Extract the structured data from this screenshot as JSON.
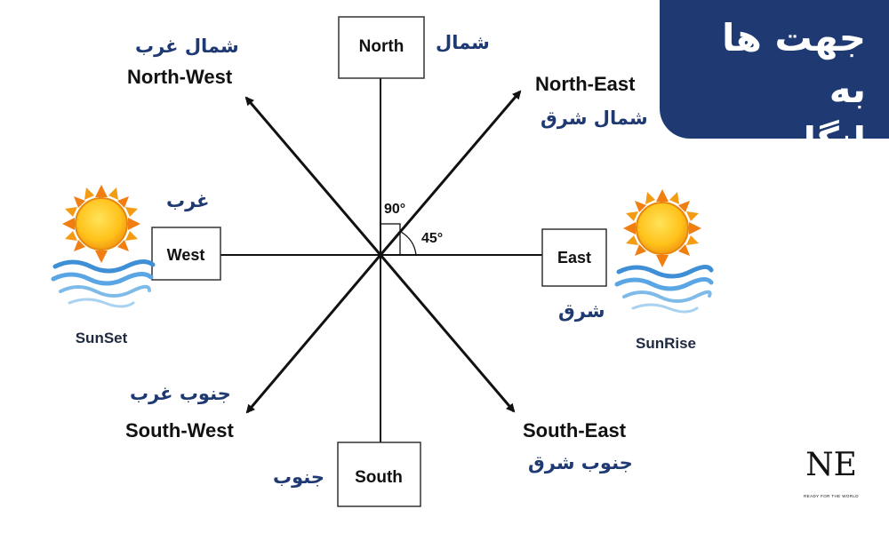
{
  "title": {
    "line1": "جهت ها",
    "line2": "به انگلیسی"
  },
  "boxes": {
    "north": "North",
    "south": "South",
    "west": "West",
    "east": "East"
  },
  "labels": {
    "north_fa": "شمال",
    "south_fa": "جنوب",
    "west_fa": "غرب",
    "east_fa": "شرق",
    "northwest_fa": "شمال غرب",
    "northwest_en": "North-West",
    "northeast_en": "North-East",
    "northeast_fa": "شمال شرق",
    "southwest_fa": "جنوب غرب",
    "southwest_en": "South-West",
    "southeast_en": "South-East",
    "southeast_fa": "جنوب شرق"
  },
  "angles": {
    "right": "90°",
    "half": "45°"
  },
  "suns": {
    "left": "SunSet",
    "right": "SunRise"
  },
  "logo": {
    "mark": "NE",
    "tagline": "READY FOR THE WORLD"
  },
  "colors": {
    "navy": "#1f3a72",
    "line": "#111111",
    "sun_outer": "#f07e10",
    "sun_inner": "#ffce1f",
    "water": "#3f8fd6"
  }
}
